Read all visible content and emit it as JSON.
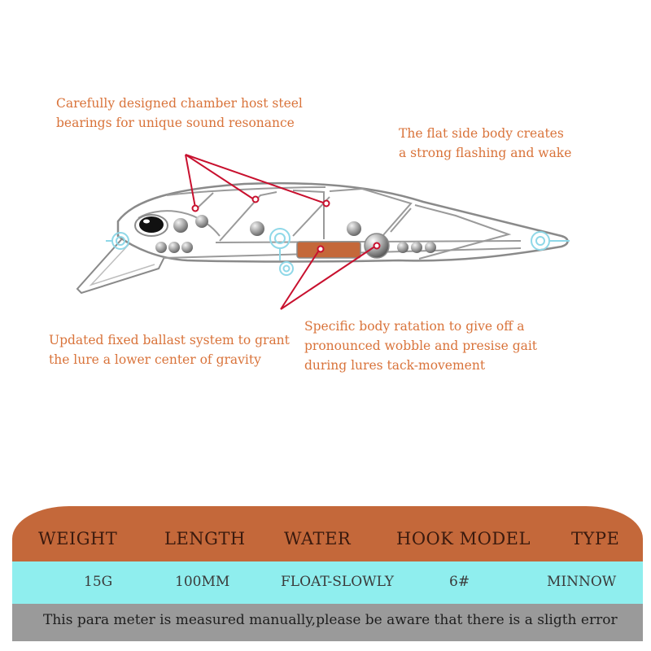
{
  "callouts": {
    "sound_chamber": "Carefully designed chamber host steel\nbearings for unique sound resonance",
    "flat_side": "The flat side body creates\na strong flashing and wake",
    "ballast": "Updated fixed ballast system to grant\nthe lure a lower center of gravity",
    "rotation": "Specific body ratation to give off a\npronounced wobble and presise gait\nduring lures tack-movement"
  },
  "colors": {
    "callout_text": "#d9733a",
    "pointer_line": "#c8102e",
    "outline": "#8a8a8a",
    "eyelet": "#8fd8e8",
    "ballast_weight": "#c4683a",
    "header_band": "#c4683a",
    "value_band": "#8feeee",
    "note_band": "#9a9a9a"
  },
  "specs": {
    "headers": [
      "WEIGHT",
      "LENGTH",
      "WATER",
      "HOOK MODEL",
      "TYPE"
    ],
    "values": [
      "15G",
      "100MM",
      "FLOAT-SLOWLY",
      "6#",
      "MINNOW"
    ]
  },
  "note": "This para meter is measured manually,please be aware that there is a sligth error"
}
